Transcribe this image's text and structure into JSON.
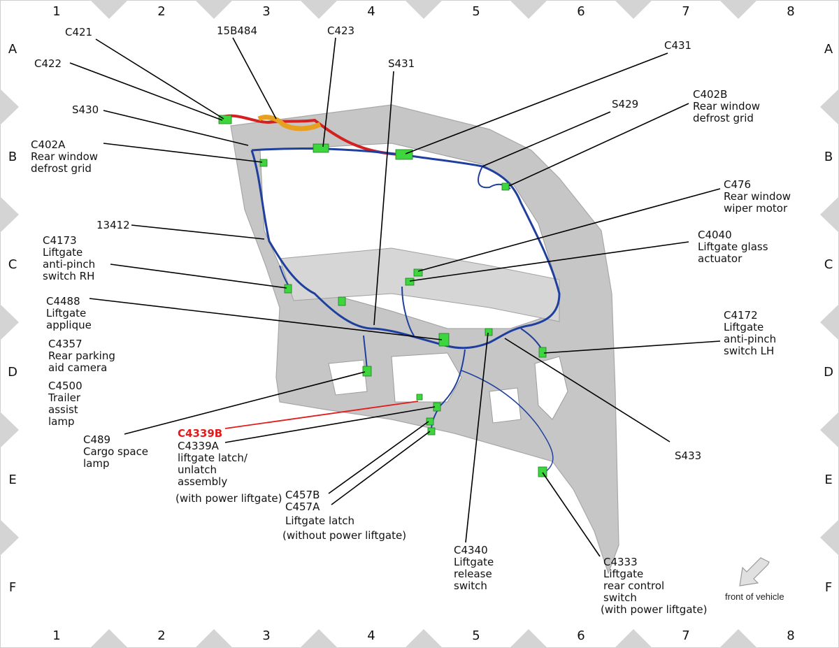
{
  "grid": {
    "columns": [
      "1",
      "2",
      "3",
      "4",
      "5",
      "6",
      "7",
      "8"
    ],
    "rows": [
      "A",
      "B",
      "C",
      "D",
      "E",
      "F"
    ]
  },
  "colors": {
    "highlight": "#e31b1b",
    "connector": "#3ed63e",
    "harness_main": "#1f3f9e",
    "harness_power": "#d42020",
    "panel": "#c9c9c9"
  },
  "labels": {
    "C421": [
      "C421"
    ],
    "15B484": [
      "15B484"
    ],
    "C423": [
      "C423"
    ],
    "S431": [
      "S431"
    ],
    "C431": [
      "C431"
    ],
    "C422": [
      "C422"
    ],
    "S430": [
      "S430"
    ],
    "C402A": [
      "C402A",
      "Rear window",
      "defrost grid"
    ],
    "S429": [
      "S429"
    ],
    "C402B": [
      "C402B",
      "Rear window",
      "defrost grid"
    ],
    "C476": [
      "C476",
      "Rear window",
      "wiper motor"
    ],
    "13412": [
      "13412"
    ],
    "C4173": [
      "C4173",
      "Liftgate",
      "anti-pinch",
      "switch RH"
    ],
    "C4040": [
      "C4040",
      "Liftgate glass",
      "actuator"
    ],
    "C4488": [
      "C4488",
      "Liftgate",
      "applique"
    ],
    "C4357": [
      "C4357",
      "Rear parking",
      "aid camera"
    ],
    "C4500": [
      "C4500",
      "Trailer",
      "assist",
      "lamp"
    ],
    "C4172": [
      "C4172",
      "Liftgate",
      "anti-pinch",
      "switch LH"
    ],
    "C489": [
      "C489",
      "Cargo space",
      "lamp"
    ],
    "C4339B": [
      "C4339B"
    ],
    "C4339A": [
      "C4339A",
      "liftgate latch/",
      "unlatch",
      "assembly",
      "(with power liftgate)"
    ],
    "S433": [
      "S433"
    ],
    "C457": [
      "C457B",
      "C457A",
      "Liftgate latch",
      "(without power liftgate)"
    ],
    "C4340": [
      "C4340",
      "Liftgate",
      "release",
      "switch"
    ],
    "C4333": [
      "C4333",
      "Liftgate",
      "rear control",
      "switch",
      "(with power liftgate)"
    ]
  },
  "compass": {
    "label": "front of vehicle",
    "icon": "arrow-icon"
  }
}
